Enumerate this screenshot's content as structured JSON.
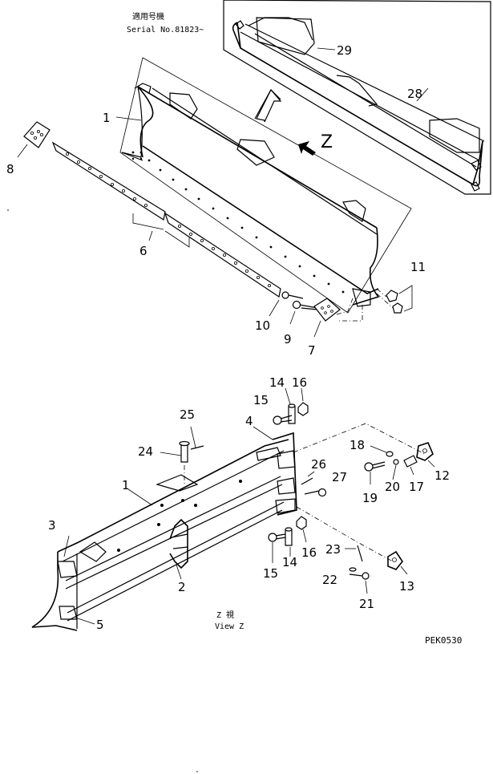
{
  "header": {
    "note_jp": "適用号機",
    "serial": "Serial No.81823~"
  },
  "view": {
    "label_jp": "Z 視",
    "label_en": "View Z",
    "arrow_letter": "Z"
  },
  "drawing_code": "PEK0530",
  "callouts": {
    "c1a": "1",
    "c28": "28",
    "c29": "29",
    "c8": "8",
    "c6": "6",
    "c10": "10",
    "c9": "9",
    "c7": "7",
    "c11": "11",
    "c14a": "14",
    "c16a": "16",
    "c15a": "15",
    "c4": "4",
    "c25": "25",
    "c24": "24",
    "c1b": "1",
    "c26": "26",
    "c27": "27",
    "c18": "18",
    "c12": "12",
    "c17": "17",
    "c20": "20",
    "c19": "19",
    "c3": "3",
    "c2": "2",
    "c5": "5",
    "c15b": "15",
    "c14b": "14",
    "c16b": "16",
    "c23": "23",
    "c22": "22",
    "c13": "13",
    "c21": "21"
  }
}
